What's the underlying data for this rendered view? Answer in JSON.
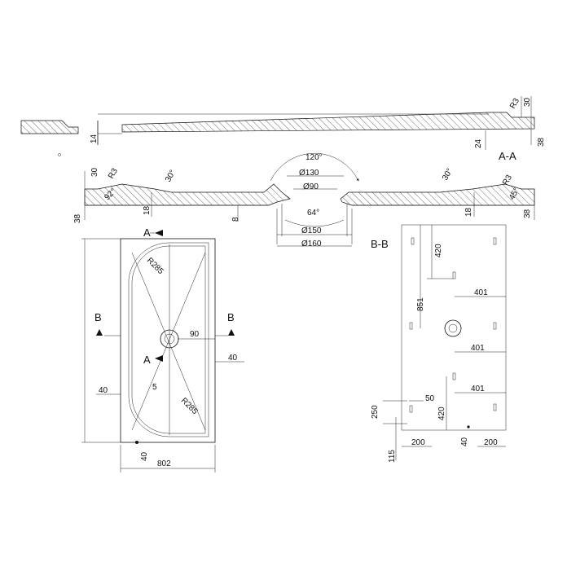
{
  "labels": {
    "section_aa": "A-A",
    "section_bb": "B-B",
    "marker_a": "A",
    "marker_b": "B"
  },
  "dims": {
    "top": {
      "r3": "R3",
      "d30": "30",
      "d38": "38",
      "d24": "24",
      "d14": "14"
    },
    "mid": {
      "d30_left": "30",
      "r3_left": "R3",
      "a30_left": "30°",
      "a92": "92°",
      "d18_left": "18",
      "d38_left": "38",
      "d8": "8",
      "a120": "120°",
      "dia130": "Ø130",
      "dia90": "Ø90",
      "a64": "64°",
      "dia150": "Ø150",
      "dia160": "Ø160",
      "a30_right": "30°",
      "r3_right": "R3",
      "a45": "45°",
      "d18_right": "18",
      "d38_right": "38"
    },
    "plan": {
      "r285_top": "R285",
      "r285_bot": "R285",
      "d90": "90",
      "d40_right": "40",
      "d40_left": "40",
      "d5": "5",
      "d40_bottom": "40",
      "d802": "802"
    },
    "bb": {
      "d420_top": "420",
      "d851": "851",
      "d401_a": "401",
      "d401_b": "401",
      "d401_c": "401",
      "d50": "50",
      "d250": "250",
      "d420_bot": "420",
      "d200_left": "200",
      "d40": "40",
      "d200_right": "200",
      "d115": "115"
    }
  }
}
